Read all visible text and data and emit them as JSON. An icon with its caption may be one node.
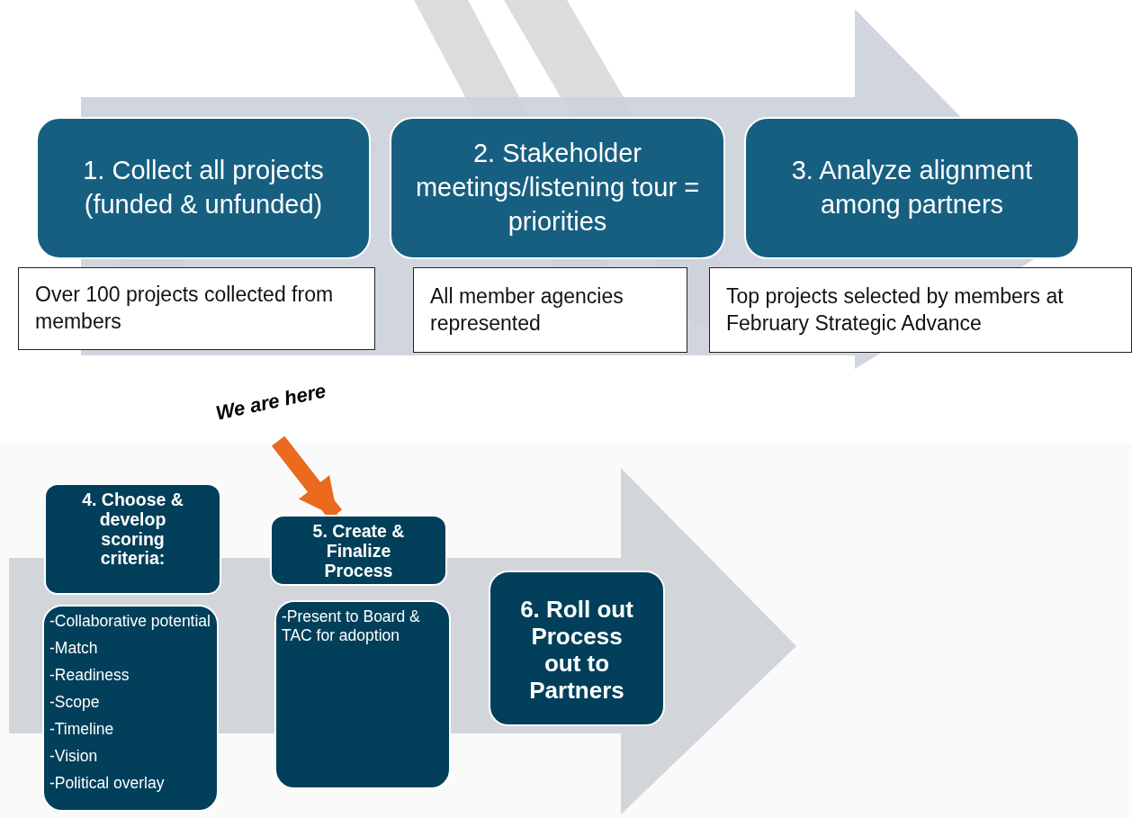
{
  "diagram": {
    "nodes": [
      {
        "text": [
          "1. Collect all projects (funded & unfunded)"
        ]
      },
      {
        "text": [
          "2. Stakeholder meetings/listening tour = priorities"
        ]
      },
      {
        "text": [
          "3. Analyze alignment among partners"
        ]
      },
      {
        "text": [
          "Over 100 projects collected from members"
        ]
      },
      {
        "text": [
          "All member agencies represented"
        ]
      },
      {
        "text": [
          "Top projects selected by members at February Strategic Advance"
        ]
      },
      {
        "text": [
          "We are here"
        ]
      },
      {
        "text": [
          "4. Choose & develop scoring criteria:"
        ]
      },
      {
        "text": [
          "-Collaborative potential",
          "-Match",
          "-Readiness",
          "-Scope",
          "-Timeline",
          "-Vision",
          "-Political overlay"
        ]
      },
      {
        "text": [
          "5. Create & Finalize Process"
        ]
      },
      {
        "text": [
          "-Present to Board & TAC for adoption"
        ]
      },
      {
        "text": [
          "6. Roll out Process out to Partners"
        ]
      }
    ],
    "edges": [
      {
        "from": 6,
        "to": 9,
        "arrow": "to",
        "color": "#ea6a1e"
      },
      {
        "from": 0,
        "to": 2,
        "arrow": "to",
        "color": "#ccd2da"
      },
      {
        "from": 7,
        "to": 11,
        "arrow": "to",
        "color": "#cdd1d6"
      }
    ]
  }
}
